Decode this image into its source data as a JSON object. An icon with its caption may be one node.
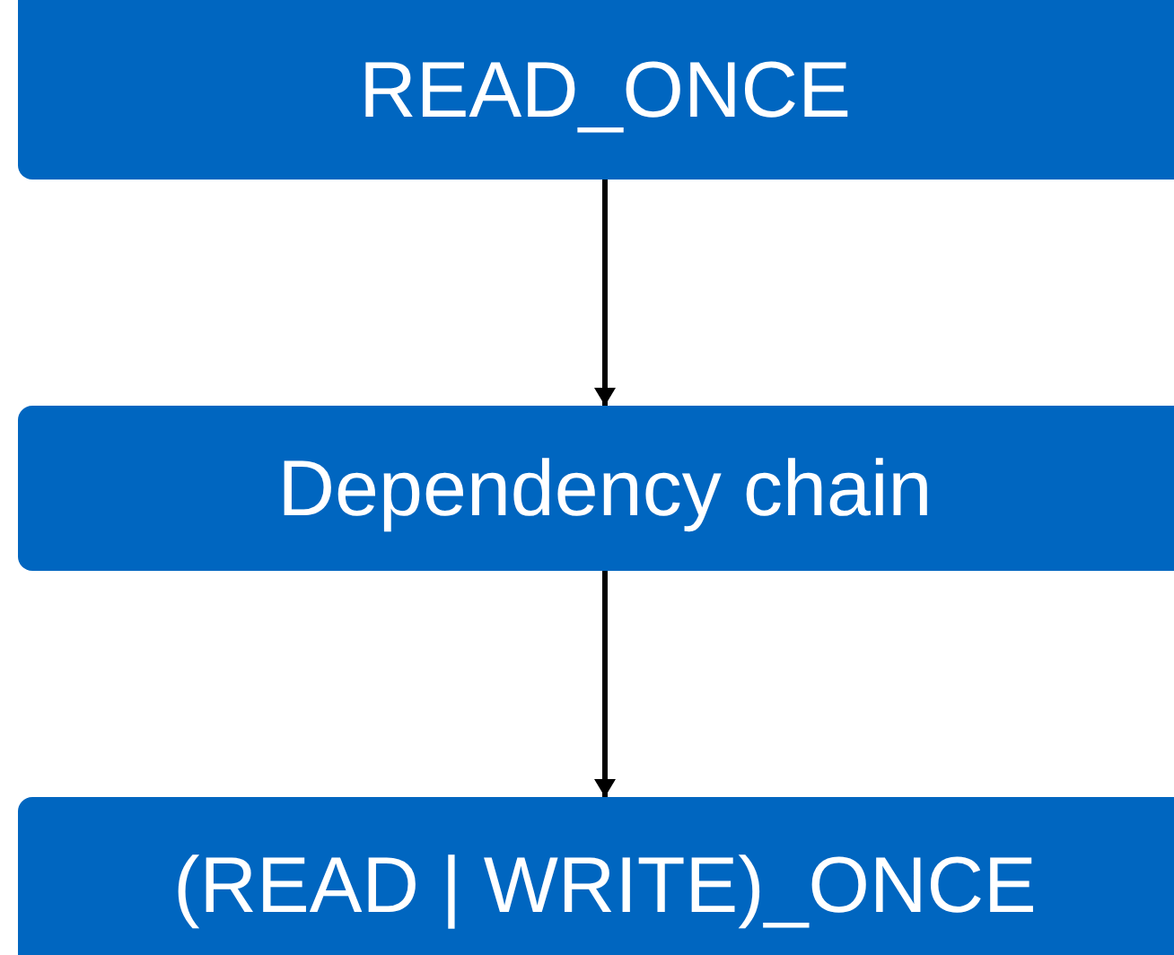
{
  "diagram": {
    "nodes": [
      {
        "text": [
          "READ_ONCE"
        ]
      },
      {
        "text": [
          "Dependency chain"
        ]
      },
      {
        "text": [
          "(READ | WRITE)_ONCE"
        ]
      }
    ],
    "edges": [
      {
        "from": 0,
        "to": 1,
        "arrow": "to"
      },
      {
        "from": 1,
        "to": 2,
        "arrow": "to"
      }
    ]
  }
}
